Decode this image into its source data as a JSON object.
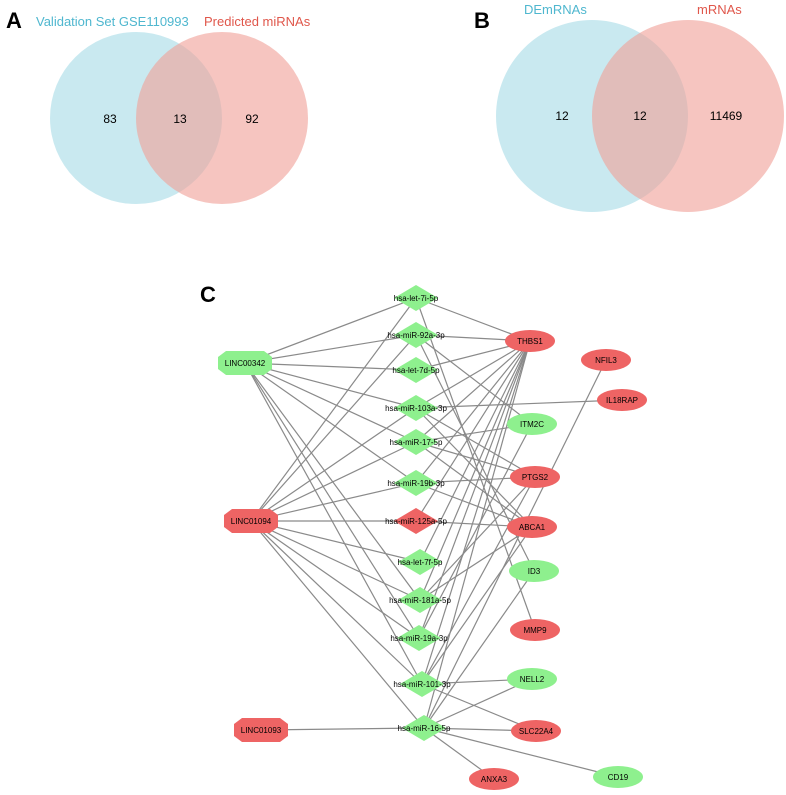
{
  "colors": {
    "blue": "#a8dbe6",
    "red": "#f1a19a",
    "blue_text": "#4fb7cf",
    "red_text": "#e0574b",
    "node_green": "#8ef08e",
    "node_red": "#ee6464",
    "edge": "#8a8a8a"
  },
  "panel_a": {
    "letter": "A",
    "left_title": "Validation Set GSE110993",
    "right_title": "Predicted miRNAs",
    "left_only": "83",
    "overlap": "13",
    "right_only": "92"
  },
  "panel_b": {
    "letter": "B",
    "left_title": "DEmRNAs",
    "right_title": "mRNAs",
    "left_only": "12",
    "overlap": "12",
    "right_only": "11469"
  },
  "panel_c": {
    "letter": "C",
    "nodes": [
      {
        "id": "LINC00342",
        "label": "LINC00342",
        "shape": "octagon",
        "color": "green"
      },
      {
        "id": "LINC01094",
        "label": "LINC01094",
        "shape": "octagon",
        "color": "red"
      },
      {
        "id": "LINC01093",
        "label": "LINC01093",
        "shape": "octagon",
        "color": "red"
      },
      {
        "id": "let7i",
        "label": "hsa-let-7i-5p",
        "shape": "diamond",
        "color": "green"
      },
      {
        "id": "m92a",
        "label": "hsa-miR-92a-3p",
        "shape": "diamond",
        "color": "green"
      },
      {
        "id": "let7d",
        "label": "hsa-let-7d-5p",
        "shape": "diamond",
        "color": "green"
      },
      {
        "id": "m103a",
        "label": "hsa-miR-103a-3p",
        "shape": "diamond",
        "color": "green"
      },
      {
        "id": "m17",
        "label": "hsa-miR-17-5p",
        "shape": "diamond",
        "color": "green"
      },
      {
        "id": "m19b",
        "label": "hsa-miR-19b-3p",
        "shape": "diamond",
        "color": "green"
      },
      {
        "id": "m125a",
        "label": "hsa-miR-125a-5p",
        "shape": "diamond",
        "color": "red"
      },
      {
        "id": "let7f",
        "label": "hsa-let-7f-5p",
        "shape": "diamond",
        "color": "green"
      },
      {
        "id": "m181a",
        "label": "hsa-miR-181a-5p",
        "shape": "diamond",
        "color": "green"
      },
      {
        "id": "m19a",
        "label": "hsa-miR-19a-3p",
        "shape": "diamond",
        "color": "green"
      },
      {
        "id": "m101",
        "label": "hsa-miR-101-3p",
        "shape": "diamond",
        "color": "green"
      },
      {
        "id": "m16",
        "label": "hsa-miR-16-5p",
        "shape": "diamond",
        "color": "green"
      },
      {
        "id": "THBS1",
        "label": "THBS1",
        "shape": "ellipse",
        "color": "red"
      },
      {
        "id": "NFIL3",
        "label": "NFIL3",
        "shape": "ellipse",
        "color": "red"
      },
      {
        "id": "IL18RAP",
        "label": "IL18RAP",
        "shape": "ellipse",
        "color": "red"
      },
      {
        "id": "ITM2C",
        "label": "ITM2C",
        "shape": "ellipse",
        "color": "green"
      },
      {
        "id": "PTGS2",
        "label": "PTGS2",
        "shape": "ellipse",
        "color": "red"
      },
      {
        "id": "ABCA1",
        "label": "ABCA1",
        "shape": "ellipse",
        "color": "red"
      },
      {
        "id": "ID3",
        "label": "ID3",
        "shape": "ellipse",
        "color": "green"
      },
      {
        "id": "MMP9",
        "label": "MMP9",
        "shape": "ellipse",
        "color": "red"
      },
      {
        "id": "NELL2",
        "label": "NELL2",
        "shape": "ellipse",
        "color": "green"
      },
      {
        "id": "SLC22A4",
        "label": "SLC22A4",
        "shape": "ellipse",
        "color": "red"
      },
      {
        "id": "ANXA3",
        "label": "ANXA3",
        "shape": "ellipse",
        "color": "red"
      },
      {
        "id": "CD19",
        "label": "CD19",
        "shape": "ellipse",
        "color": "green"
      }
    ],
    "edges": [
      [
        "LINC00342",
        "let7i"
      ],
      [
        "LINC00342",
        "m92a"
      ],
      [
        "LINC00342",
        "let7d"
      ],
      [
        "LINC00342",
        "m103a"
      ],
      [
        "LINC00342",
        "m17"
      ],
      [
        "LINC00342",
        "m19b"
      ],
      [
        "LINC00342",
        "m181a"
      ],
      [
        "LINC00342",
        "m19a"
      ],
      [
        "LINC00342",
        "m101"
      ],
      [
        "LINC01094",
        "let7i"
      ],
      [
        "LINC01094",
        "m92a"
      ],
      [
        "LINC01094",
        "m103a"
      ],
      [
        "LINC01094",
        "m17"
      ],
      [
        "LINC01094",
        "m19b"
      ],
      [
        "LINC01094",
        "m125a"
      ],
      [
        "LINC01094",
        "let7f"
      ],
      [
        "LINC01094",
        "m181a"
      ],
      [
        "LINC01094",
        "m19a"
      ],
      [
        "LINC01094",
        "m101"
      ],
      [
        "LINC01094",
        "m16"
      ],
      [
        "LINC01093",
        "m16"
      ],
      [
        "THBS1",
        "let7i"
      ],
      [
        "THBS1",
        "m92a"
      ],
      [
        "THBS1",
        "let7d"
      ],
      [
        "THBS1",
        "m103a"
      ],
      [
        "THBS1",
        "m17"
      ],
      [
        "THBS1",
        "m19b"
      ],
      [
        "THBS1",
        "m125a"
      ],
      [
        "THBS1",
        "let7f"
      ],
      [
        "THBS1",
        "m181a"
      ],
      [
        "THBS1",
        "m19a"
      ],
      [
        "THBS1",
        "m101"
      ],
      [
        "THBS1",
        "m16"
      ],
      [
        "NFIL3",
        "m16"
      ],
      [
        "IL18RAP",
        "m103a"
      ],
      [
        "ITM2C",
        "m92a"
      ],
      [
        "ITM2C",
        "m17"
      ],
      [
        "ITM2C",
        "m19a"
      ],
      [
        "PTGS2",
        "m103a"
      ],
      [
        "PTGS2",
        "m17"
      ],
      [
        "PTGS2",
        "m19b"
      ],
      [
        "PTGS2",
        "m181a"
      ],
      [
        "PTGS2",
        "m101"
      ],
      [
        "ABCA1",
        "m103a"
      ],
      [
        "ABCA1",
        "m17"
      ],
      [
        "ABCA1",
        "m19b"
      ],
      [
        "ABCA1",
        "m125a"
      ],
      [
        "ABCA1",
        "m181a"
      ],
      [
        "ABCA1",
        "m101"
      ],
      [
        "ID3",
        "m92a"
      ],
      [
        "ID3",
        "m16"
      ],
      [
        "MMP9",
        "let7i"
      ],
      [
        "NELL2",
        "m101"
      ],
      [
        "NELL2",
        "m16"
      ],
      [
        "SLC22A4",
        "m101"
      ],
      [
        "SLC22A4",
        "m16"
      ],
      [
        "ANXA3",
        "m16"
      ],
      [
        "CD19",
        "m16"
      ]
    ]
  }
}
